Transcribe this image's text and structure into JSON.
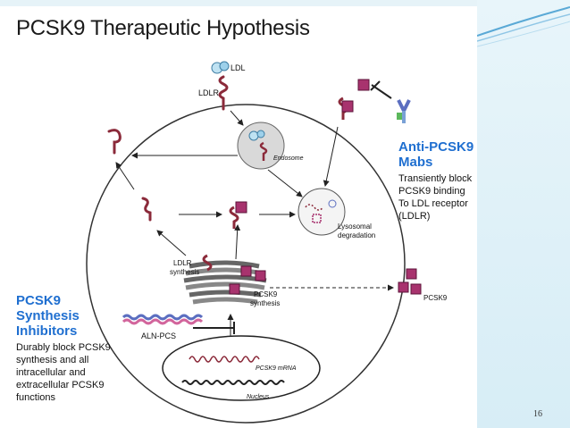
{
  "slide": {
    "title": "PCSK9 Therapeutic Hypothesis",
    "page_number": "16"
  },
  "diagram": {
    "labels": {
      "ldl": "LDL",
      "ldlr": "LDLR",
      "endosome": "Endosome",
      "lysosomal_1": "Lysosomal",
      "lysosomal_2": "degradation",
      "ldlr_synthesis_1": "LDLR",
      "ldlr_synthesis_2": "synthesis",
      "pcsk9_synthesis_1": "PCSK9",
      "pcsk9_synthesis_2": "synthesis",
      "pcsk9_extracellular": "PCSK9",
      "aln_pcs": "ALN-PCS",
      "pcsk9_mrna": "PCSK9 mRNA",
      "nucleus": "Nucleus"
    },
    "colors": {
      "pcsk9_fill": "#a8336e",
      "receptor": "#8b2a3a",
      "callout_blue": "#1f6fd0",
      "ldl_blue": "#7cc0e0"
    }
  },
  "callouts": {
    "anti_pcsk9": {
      "title_lines": [
        "Anti-PCSK9",
        "Mabs"
      ],
      "body_lines": [
        "Transiently block",
        "PCSK9 binding",
        "To LDL receptor",
        "(LDLR)"
      ]
    },
    "synthesis_inhibitors": {
      "title_lines": [
        "PCSK9",
        "Synthesis",
        "Inhibitors"
      ],
      "body_lines": [
        "Durably block PCSK9",
        "synthesis and all",
        "intracellular and",
        "extracellular PCSK9",
        "functions"
      ]
    }
  }
}
